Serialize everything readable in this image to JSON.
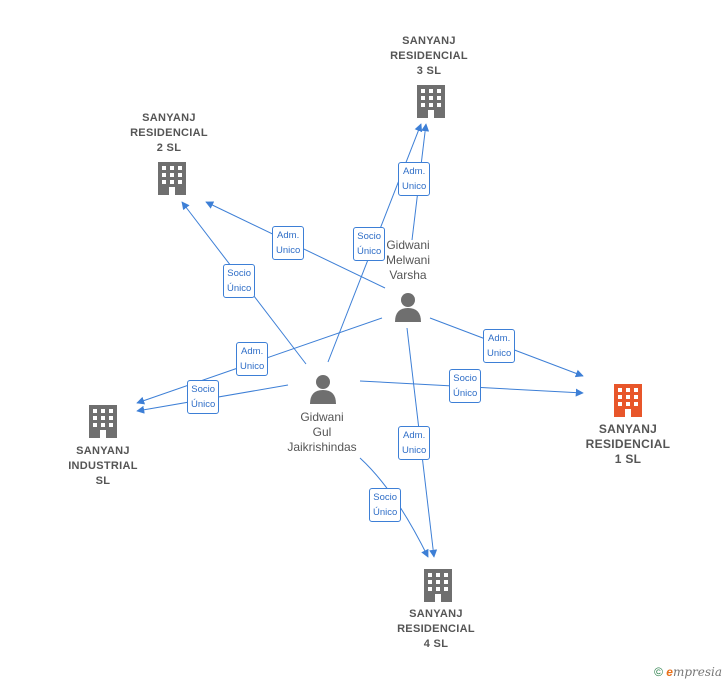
{
  "companies": [
    {
      "id": "r3",
      "lines": [
        "SANYANJ",
        "RESIDENCIAL",
        "3  SL"
      ],
      "highlight": false
    },
    {
      "id": "r2",
      "lines": [
        "SANYANJ",
        "RESIDENCIAL",
        "2  SL"
      ],
      "highlight": false
    },
    {
      "id": "ind",
      "lines": [
        "SANYANJ",
        "INDUSTRIAL",
        "SL"
      ],
      "highlight": false
    },
    {
      "id": "r1",
      "lines": [
        "SANYANJ",
        "RESIDENCIAL",
        "1  SL"
      ],
      "highlight": true
    },
    {
      "id": "r4",
      "lines": [
        "SANYANJ",
        "RESIDENCIAL",
        "4  SL"
      ],
      "highlight": false
    }
  ],
  "persons": [
    {
      "id": "varsha",
      "lines": [
        "Gidwani",
        "Melwani",
        "Varsha"
      ]
    },
    {
      "id": "jaik",
      "lines": [
        "Gidwani",
        "Gul",
        "Jaikrishindas"
      ]
    }
  ],
  "edge_labels": [
    [
      "Adm.",
      "Unico"
    ],
    [
      "Socio",
      "Único"
    ]
  ],
  "colors": {
    "edge": "#3d7fd6",
    "building": "#6f6f6f",
    "building_highlight": "#e8562a",
    "person": "#6f6f6f"
  },
  "copyright": {
    "symbol": "©",
    "brand_first": "e",
    "brand_rest": "mpresia"
  }
}
